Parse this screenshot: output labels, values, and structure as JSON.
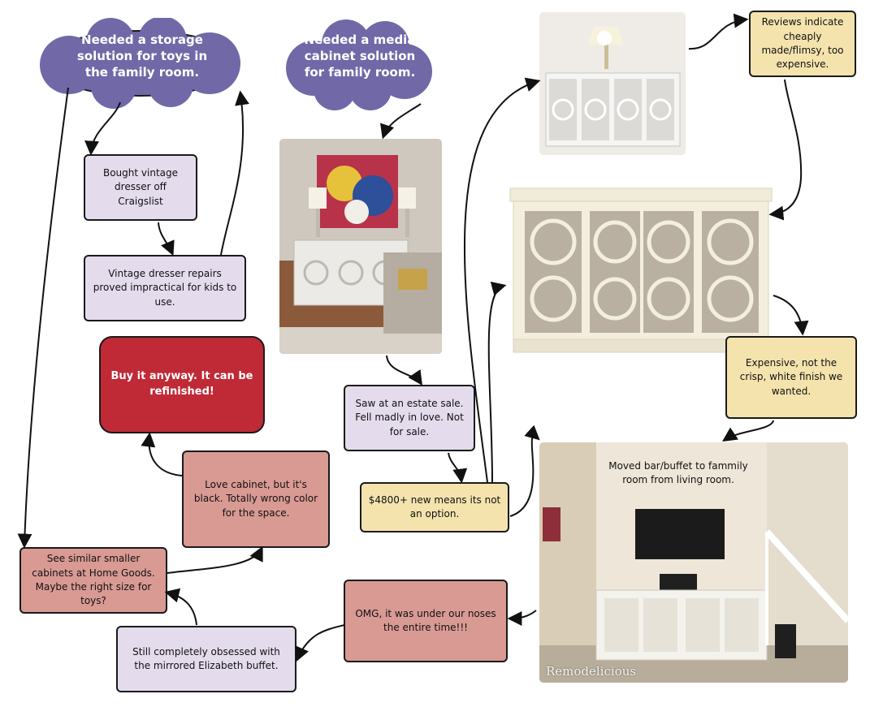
{
  "colors": {
    "cloud": "#7168a8",
    "lavender_box": "#e4dced",
    "pink_box": "#d99a94",
    "yellow_box": "#f4e3ad",
    "red_box": "#bf2a36",
    "arrow": "#111111"
  },
  "clouds": {
    "toys": "Needed a storage solution for toys in the family room.",
    "media": "Needed a media cabinet solution for family room."
  },
  "boxes": {
    "vintage_dresser": "Bought vintage dresser off Craigslist",
    "dresser_repairs": "Vintage dresser repairs proved impractical for kids to use.",
    "buy_anyway": "Buy it anyway.  It can be refinished!",
    "love_cabinet_black": "Love cabinet, but it's black.  Totally wrong color for the space.",
    "similar_cabinets": "See similar smaller cabinets at Home Goods.  Maybe the right size for toys?",
    "still_obsessed": "Still completely obsessed with the mirrored Elizabeth buffet.",
    "estate_sale": "Saw at an estate sale.  Fell madly in love.  Not for sale.",
    "price_new": "$4800+ new means its not an option.",
    "reviews": "Reviews indicate cheaply made/flimsy, too expensive.",
    "expensive_finish": "Expensive, not the crisp, white finish we wanted.",
    "omg": "OMG, it was under our noses the entire time!!!"
  },
  "photos": {
    "room_photo": "magazine-room-mirrored-buffet-photo",
    "small_buffet": "white-mirrored-buffet-product-photo",
    "large_buffet": "cream-mirrored-buffet-product-photo",
    "family_room": "family-room-tv-buffet-photo",
    "family_room_caption": "Moved bar/buffet to fammily room from living room.",
    "watermark": "Remodelicious"
  }
}
